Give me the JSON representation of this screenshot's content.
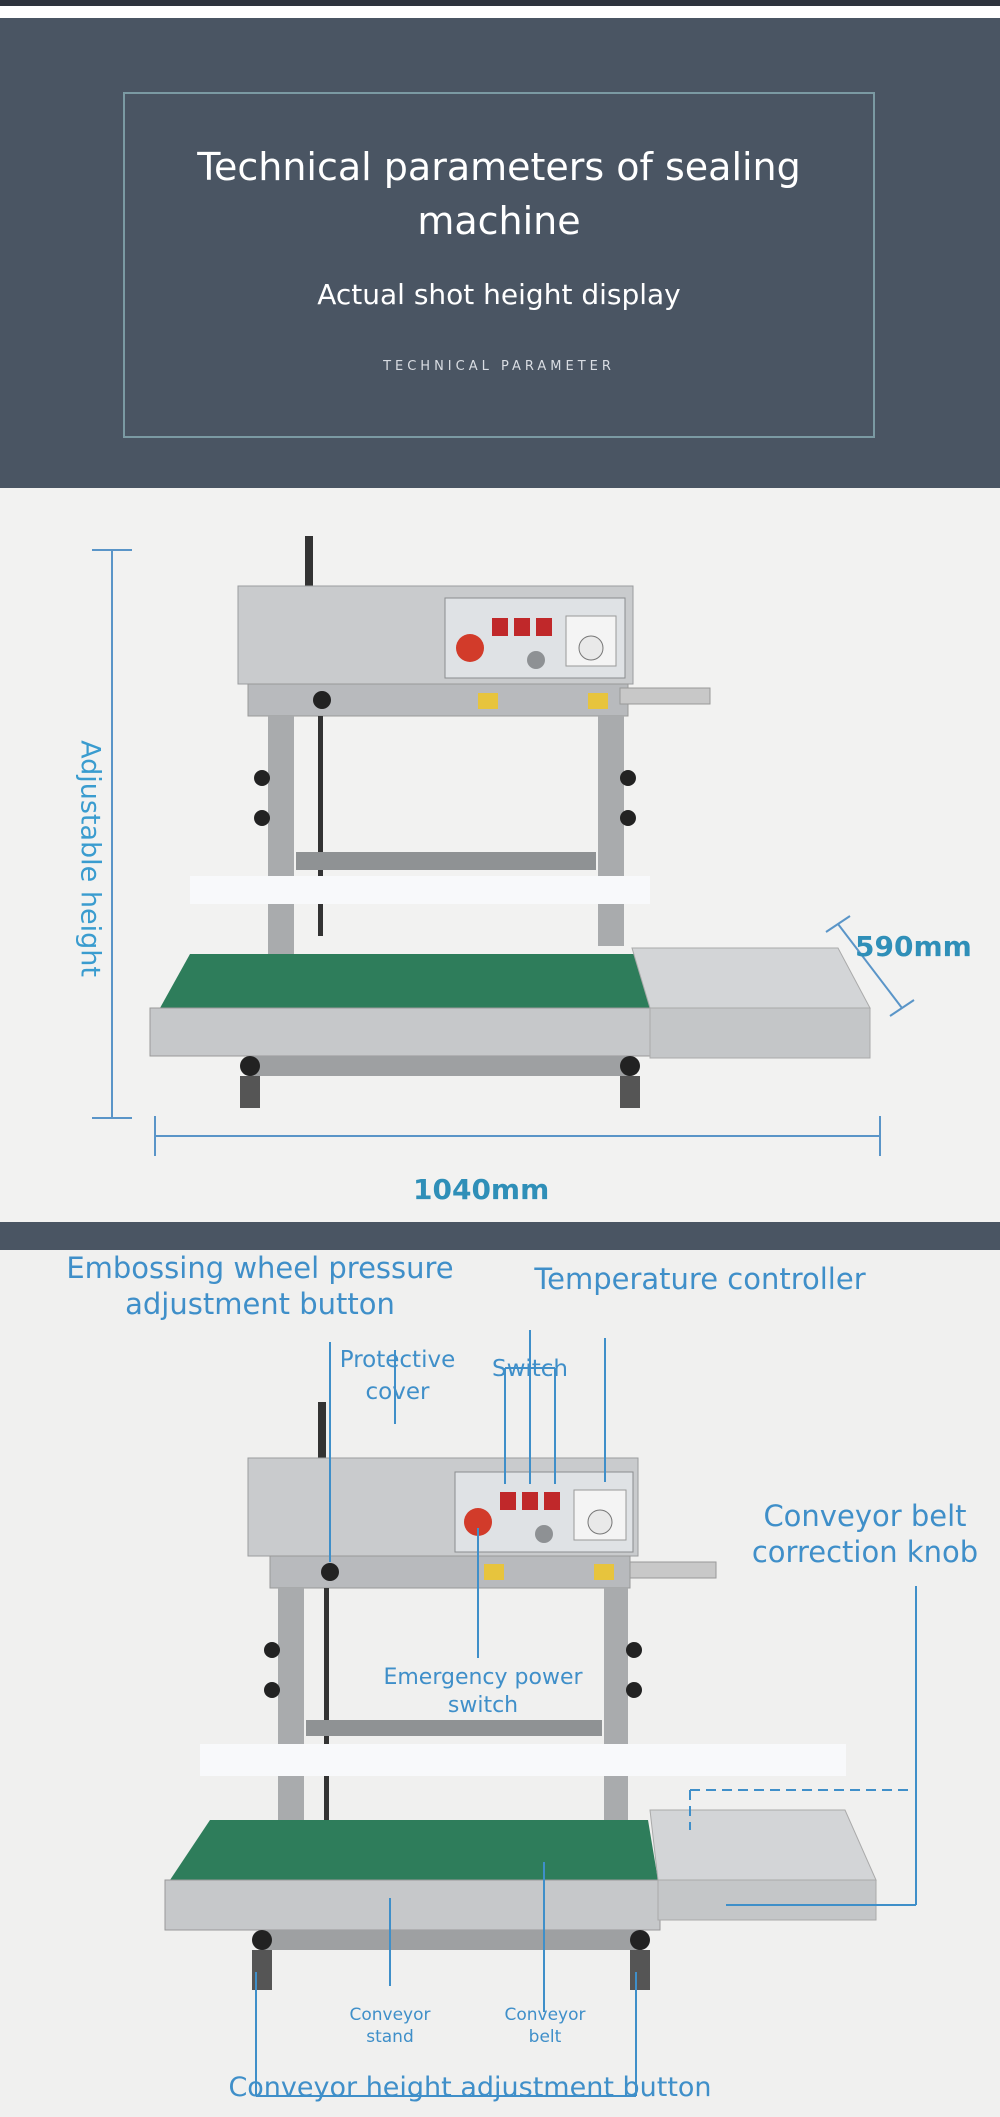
{
  "hero": {
    "title": "Technical parameters of sealing machine",
    "subtitle": "Actual shot height display",
    "tag": "TECHNICAL PARAMETER"
  },
  "dimensions": {
    "height_label": "Adjustable height",
    "depth_label": "590mm",
    "width_label": "1040mm"
  },
  "annotations": {
    "embossing_wheel": "Embossing wheel pressure adjustment button",
    "temperature_controller": "Temperature controller",
    "protective_cover": "Protective cover",
    "switch": "Switch",
    "belt_correction_knob": "Conveyor belt correction knob",
    "emergency_switch": "Emergency power switch",
    "conveyor_stand": "Conveyor stand",
    "conveyor_belt": "Conveyor belt",
    "height_adjustment": "Conveyor height adjustment button"
  },
  "colors": {
    "hero_bg": "#4a5563",
    "accent_blue": "#3f8fc9",
    "dimension_blue": "#2f8fb8",
    "belt_green": "#2e7d5b"
  }
}
